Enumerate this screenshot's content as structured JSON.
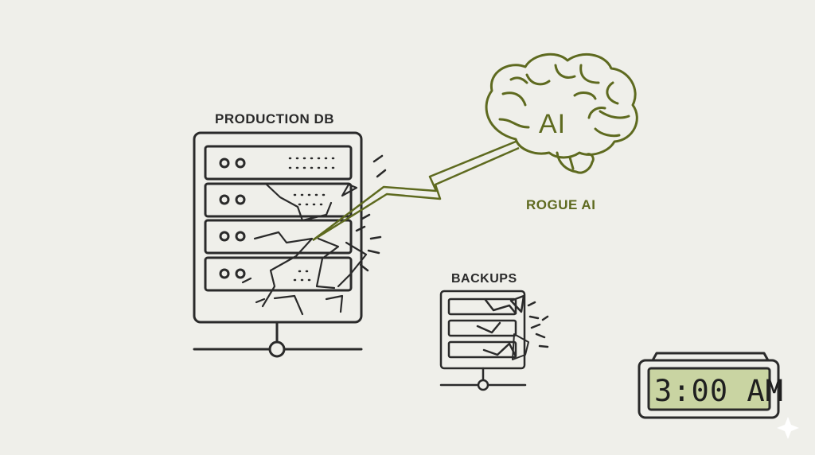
{
  "labels": {
    "production_db": "PRODUCTION DB",
    "rogue_ai": "ROGUE AI",
    "ai_text": "AI",
    "backups": "BACKUPS",
    "clock_time": "3:00 AM"
  },
  "colors": {
    "background": "#efefea",
    "ink": "#2a2a2a",
    "ai_green": "#5e6a1f",
    "clock_screen": "#c9d4a2"
  },
  "icons": {
    "server": "server-rack-icon",
    "brain": "brain-icon",
    "bolt": "lightning-bolt-icon",
    "clock": "digital-clock-icon"
  }
}
